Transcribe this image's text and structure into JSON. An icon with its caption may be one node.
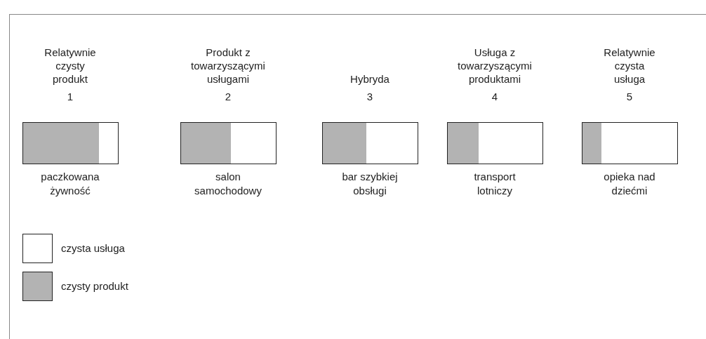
{
  "diagram": {
    "nodes": [
      {
        "text": [
          "Relatywnie czysty produkt",
          "1"
        ],
        "beside": [
          "paczkowana żywność"
        ]
      },
      {
        "text": [
          "Produkt z towarzyszącymi usługami",
          "2"
        ],
        "beside": [
          "salon samochodowy"
        ]
      },
      {
        "text": [
          "Hybryda",
          "3"
        ],
        "beside": [
          "bar szybkiej obsługi"
        ]
      },
      {
        "text": [
          "Usługa z towarzyszącymi produktami",
          "4"
        ],
        "beside": [
          "transport lotniczy"
        ]
      },
      {
        "text": [
          "Relatywnie czysta usługa",
          "5"
        ],
        "beside": [
          "opieka nad dziećmi"
        ]
      }
    ],
    "legend": [
      {
        "text": "czysta usługa",
        "color": "#ffffff"
      },
      {
        "text": "czysty produkt",
        "color": "#b3b3b3"
      }
    ]
  }
}
